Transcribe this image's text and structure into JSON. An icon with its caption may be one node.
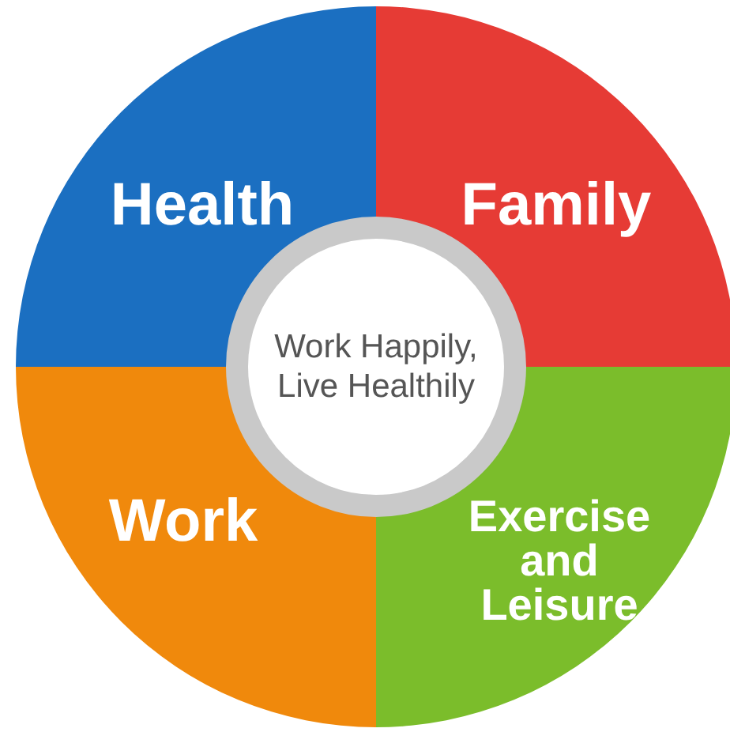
{
  "diagram": {
    "nodes": [
      {
        "text": [
          "Health"
        ]
      },
      {
        "text": [
          "Family"
        ]
      },
      {
        "text": [
          "Work Happily, Live Healthily"
        ]
      },
      {
        "text": [
          "Work"
        ]
      },
      {
        "text": [
          "Exercise and Leisure"
        ]
      }
    ]
  }
}
